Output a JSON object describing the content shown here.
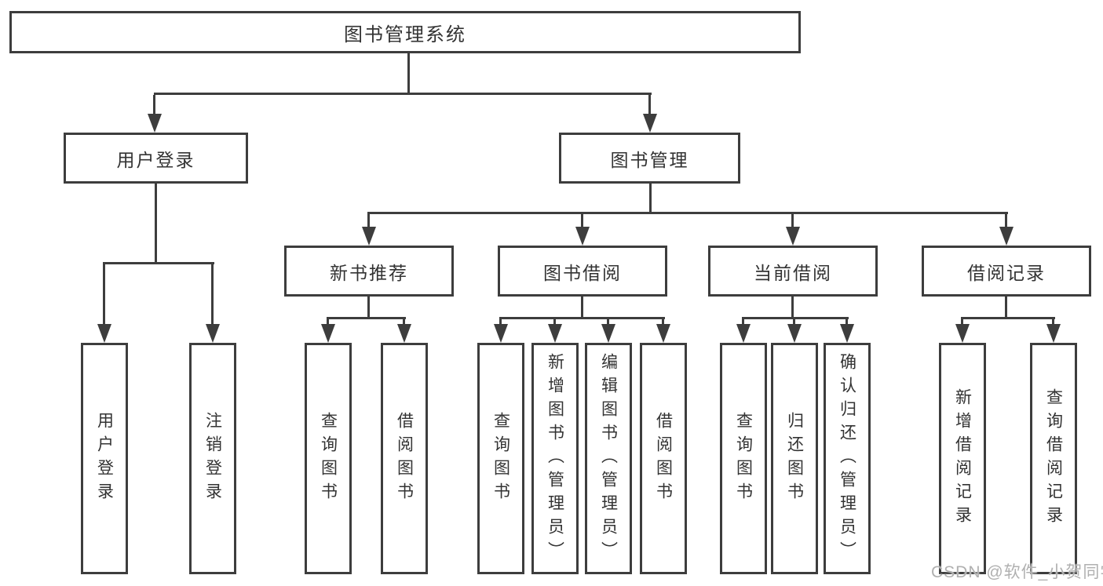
{
  "diagram": {
    "title_node": "图书管理系统",
    "root": {
      "label": "图书管理系统"
    },
    "branches": [
      {
        "label": "用户登录",
        "children": [
          {
            "label": "用户登录"
          },
          {
            "label": "注销登录"
          }
        ]
      },
      {
        "label": "图书管理",
        "groups": [
          {
            "label": "新书推荐",
            "children": [
              {
                "label": "查询图书"
              },
              {
                "label": "借阅图书"
              }
            ]
          },
          {
            "label": "图书借阅",
            "children": [
              {
                "label": "查询图书"
              },
              {
                "label": "新增图书（管理员）"
              },
              {
                "label": "编辑图书（管理员）"
              },
              {
                "label": "借阅图书"
              }
            ]
          },
          {
            "label": "当前借阅",
            "children": [
              {
                "label": "查询图书"
              },
              {
                "label": "归还图书"
              },
              {
                "label": "确认归还（管理员）"
              }
            ]
          },
          {
            "label": "借阅记录",
            "children": [
              {
                "label": "新增借阅记录"
              },
              {
                "label": "查询借阅记录"
              }
            ]
          }
        ]
      }
    ]
  },
  "watermark": {
    "text": "CSDN @软件_小贺同学"
  },
  "colors": {
    "line": "#3d3d3d",
    "text": "#333333",
    "background": "#ffffff",
    "watermark": "#b0b0b0"
  }
}
